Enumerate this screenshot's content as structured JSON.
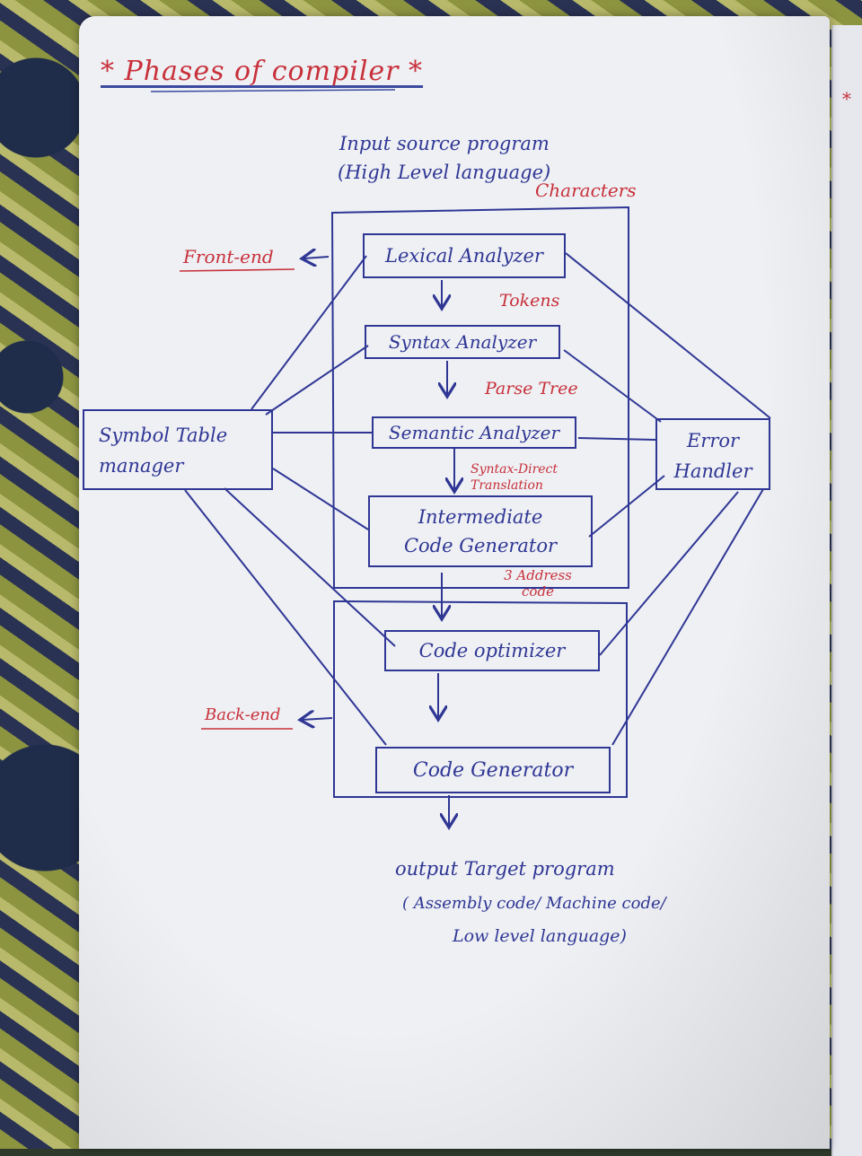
{
  "title": "* Phases of compiler *",
  "input": {
    "line1": "Input source program",
    "line2": "(High Level language)",
    "annotation": "Characters"
  },
  "front_end_label": "Front-end",
  "back_end_label": "Back-end",
  "phases": [
    {
      "label": "Lexical Analyzer"
    },
    {
      "label": "Syntax Analyzer"
    },
    {
      "label": "Semantic Analyzer"
    },
    {
      "label": "Intermediate Code Generator"
    },
    {
      "label": "Code optimizer"
    },
    {
      "label": "Code Generator"
    }
  ],
  "arrow_labels": [
    "Tokens",
    "Parse Tree",
    "Syntax-Direct Translation",
    "3 Address code"
  ],
  "symbol_table": "Symbol Table manager",
  "error_handler": "Error Handler",
  "output": {
    "line1": "output Target program",
    "line2": "( Assembly code/ Machine code/",
    "line3": "Low level language)"
  },
  "colors": {
    "ink_blue": "#2f3694",
    "ink_red": "#c8303a",
    "paper": "#eef0f4"
  }
}
